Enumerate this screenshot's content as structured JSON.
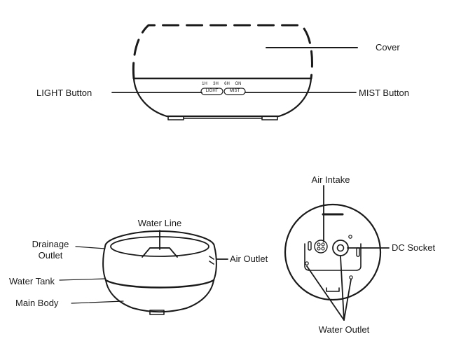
{
  "labels": {
    "cover": "Cover",
    "light_button": "LIGHT Button",
    "mist_button": "MIST Button",
    "water_line": "Water Line",
    "drainage_outlet_line1": "Drainage",
    "drainage_outlet_line2": "Outlet",
    "air_outlet": "Air Outlet",
    "water_tank": "Water Tank",
    "main_body": "Main Body",
    "air_intake": "Air Intake",
    "dc_socket": "DC Socket",
    "water_outlet": "Water Outlet"
  },
  "panel": {
    "timers": [
      "1H",
      "3H",
      "6H",
      "ON"
    ],
    "light_key": "LIGHT",
    "mist_key": "MIST"
  }
}
